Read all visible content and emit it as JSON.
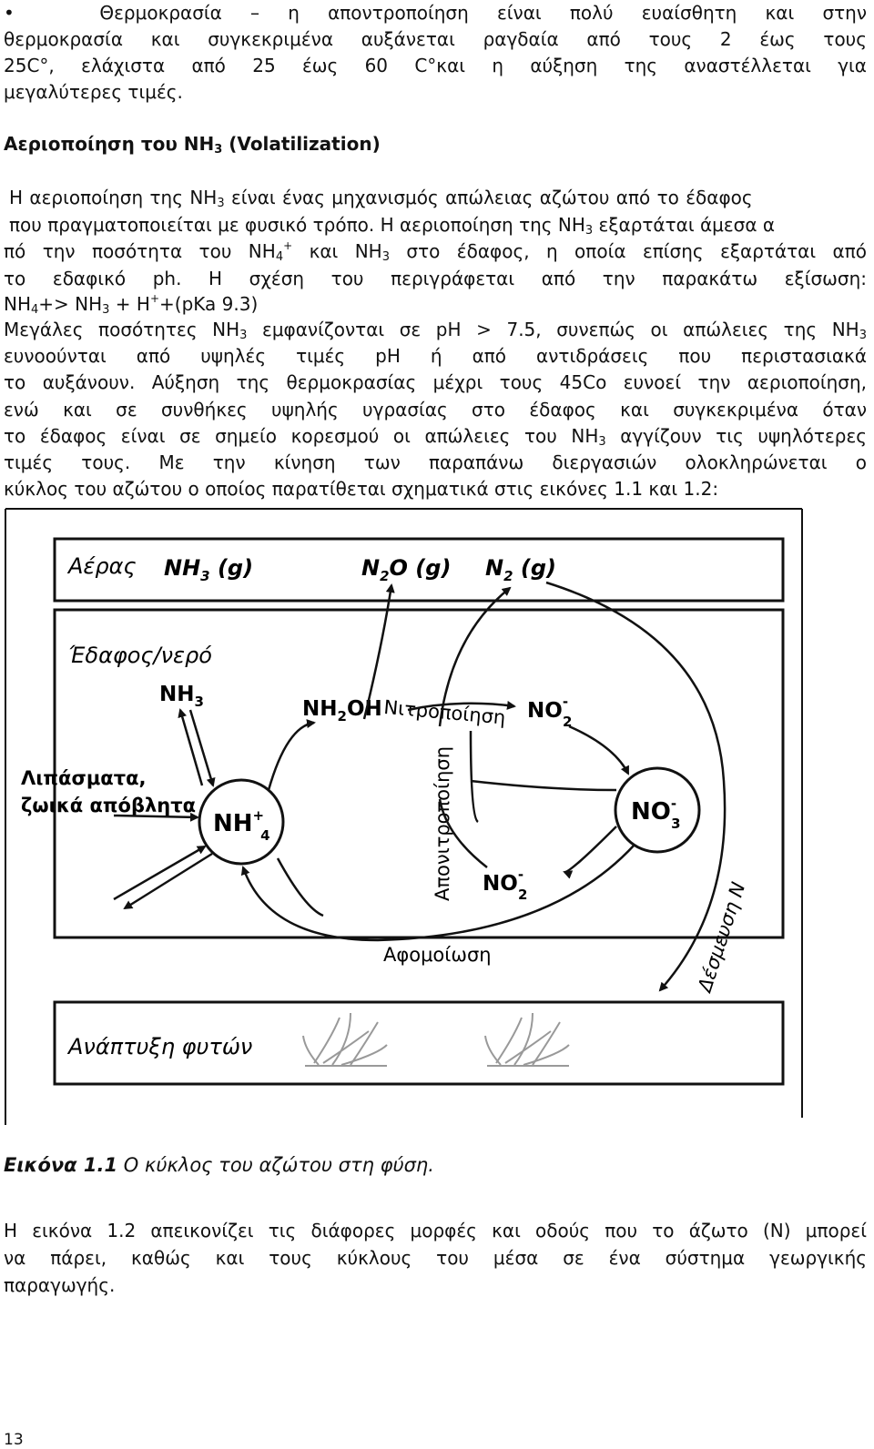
{
  "paragraph1": {
    "bullet": "•",
    "line1": "Θερμοκρασία – η αποντροποίηση είναι πολύ ευαίσθητη και στην",
    "line2": "θερμοκρασία και συγκεκριμένα αυξάνεται ραγδαία από τους 2 έως τους",
    "line3": "25C°, ελάχιστα από 25 έως 60 C°και η αύξηση της αναστέλλεται για",
    "line4": "μεγαλύτερες τιμές."
  },
  "heading": {
    "text_pre": "Αεριοποίηση του NH",
    "sub": "3",
    "text_post": " (Volatilization)"
  },
  "paragraph2": {
    "l1a": "Η αεριοποίηση της NH",
    "l1sub": "3",
    "l1b": " είναι ένας μηχανισμός απώλειας αζώτου από το έδαφος",
    "l2a": "που πραγματοποιείται με φυσικό τρόπο. Η αεριοποίηση της NH",
    "l2sub": "3",
    "l2b": " εξαρτάται άμεσα α",
    "l3a": "πό την ποσότητα του NH",
    "l3sub": "4",
    "l3sup": "+",
    "l3b": " και NH",
    "l3sub2": "3",
    "l3c": " στο έδαφος, η οποία επίσης εξαρτάται από",
    "l4": "το εδαφικό ph. Η σχέση του περιγράφεται από την παρακάτω εξίσωση:",
    "l5a": "NH",
    "l5sub": "4",
    "l5b": "+> NH",
    "l5sub2": "3",
    "l5c": " + H",
    "l5sup": "+",
    "l5d": "+(pKa 9.3)",
    "l6a": "Μεγάλες ποσότητες NH",
    "l6sub": "3",
    "l6b": " εμφανίζονται σε pH > 7.5, συνεπώς οι απώλειες της NH",
    "l6sub2": "3",
    "l7": "ευνοούνται από υψηλές τιμές pH ή από αντιδράσεις που περιστασιακά",
    "l8": "το αυξάνουν. Αύξηση της θερμοκρασίας μέχρι τους 45Co ευνοεί την αεριοποίηση,",
    "l9": "ενώ και σε συνθήκες υψηλής υγρασίας στο έδαφος και συγκεκριμένα όταν",
    "l10a": "το έδαφος είναι σε σημείο κορεσμού οι απώλειες του NH",
    "l10sub": "3",
    "l10b": " αγγίζουν τις υψηλότερες",
    "l11": "τιμές τους. Με την κίνηση των παραπάνω διεργασιών ολοκληρώνεται ο",
    "l12": "κύκλος του αζώτου ο οποίος παρατίθεται σχηματικά στις εικόνες 1.1 και 1.2:"
  },
  "figure": {
    "air_label": "Αέρας",
    "nh3g": "NH",
    "nh3g_sub": "3",
    "nh3g_post": " (g)",
    "n2og": "N",
    "n2og_sub": "2",
    "n2og_post": "O (g)",
    "n2g": "N",
    "n2g_sub": "2",
    "n2g_post": " (g)",
    "soil_label": "Έδαφος/νερό",
    "nh3": "NH",
    "nh3_sub": "3",
    "nh2oh": "NH",
    "nh2oh_sub": "2",
    "nh2oh_post": "OH",
    "no2_top": "NO",
    "no2_top_sup": "-",
    "no2_top_sub": "2",
    "nitrification": "Νιτροποίηση",
    "fertilizer_line1": "Λιπάσματα,",
    "fertilizer_line2": "ζωικά απόβλητα",
    "nh4": "NH",
    "nh4_sup": "+",
    "nh4_sub": "4",
    "no3": "NO",
    "no3_sup": "-",
    "no3_sub": "3",
    "denitrification": "Απονιτροποίηση",
    "no2_bottom": "NO",
    "no2_bottom_sup": "-",
    "no2_bottom_sub": "2",
    "n_fixation": "Δέσμευση N",
    "assimilation": "Αφομοίωση",
    "plant_growth": "Ανάπτυξη φυτών"
  },
  "caption": {
    "bold": "Εικόνα 1.1",
    "text": " Ο κύκλος του αζώτου στη φύση."
  },
  "paragraph3": {
    "line1": "Η εικόνα 1.2 απεικονίζει τις διάφορες μορφές και οδούς που το άζωτο (N) μπορεί",
    "line2": "να πάρει, καθώς και τους κύκλους του μέσα σε ένα σύστημα γεωργικής",
    "line3": "παραγωγής."
  },
  "page_number": "13"
}
